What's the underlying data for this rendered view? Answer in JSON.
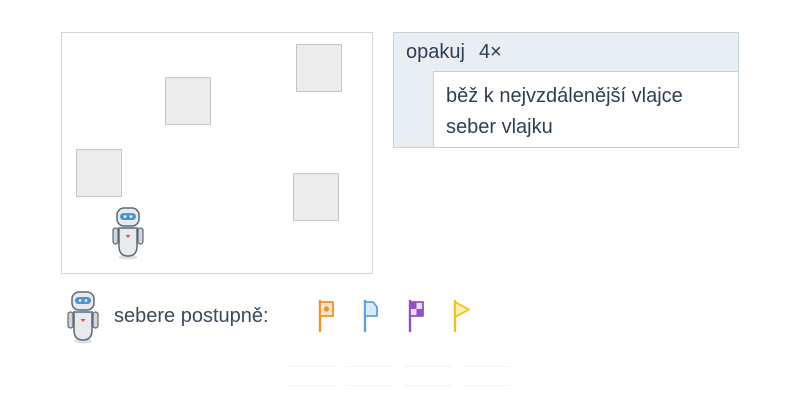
{
  "program": {
    "repeat_label": "opakuj",
    "repeat_count": "4×",
    "commands": [
      "běž k nejvzdálenější vlajce",
      "seber vlajku"
    ]
  },
  "legend": {
    "label": "sebere postupně:",
    "flags": [
      {
        "icon": "orange-flag-icon",
        "color": "#f0912e"
      },
      {
        "icon": "blue-flag-icon",
        "color": "#5aa3dc"
      },
      {
        "icon": "purple-checkered-flag-icon",
        "color": "#8e52c1"
      },
      {
        "icon": "yellow-flag-icon",
        "color": "#f2c316"
      }
    ]
  },
  "colors": {
    "text": "#2e3f52",
    "tile": "#ececed",
    "panel": "#e9eef2",
    "robot_visor": "#4e93d4",
    "robot_heart": "#e0533f"
  }
}
